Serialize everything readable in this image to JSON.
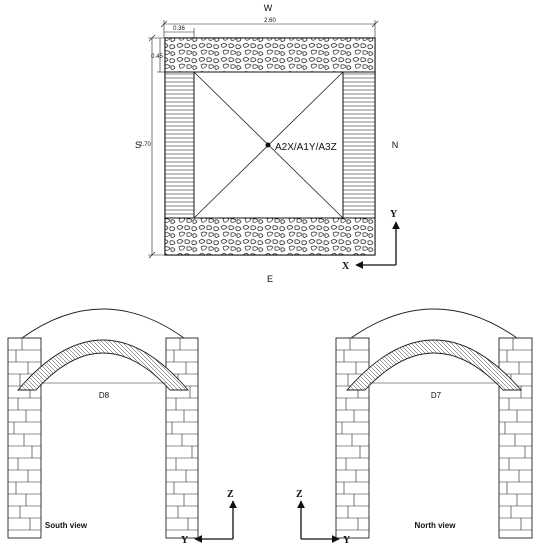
{
  "plan": {
    "compass_top": "W",
    "compass_bottom": "E",
    "compass_left": "S",
    "compass_right": "N",
    "dim_width": "2.60",
    "dim_top_offset": "0.36",
    "dim_wall_thickness": "0.45",
    "dim_height": "2.70",
    "sensor_label": "A2X/A1Y/A3Z",
    "axis_y": "Y",
    "axis_x": "X"
  },
  "south_view": {
    "caption": "South view",
    "door_label": "D8",
    "axis_z": "Z",
    "axis_y": "Y"
  },
  "north_view": {
    "caption": "North view",
    "door_label": "D7",
    "axis_z": "Z",
    "axis_y": "Y"
  },
  "colors": {
    "line": "#111111",
    "background": "#ffffff"
  }
}
